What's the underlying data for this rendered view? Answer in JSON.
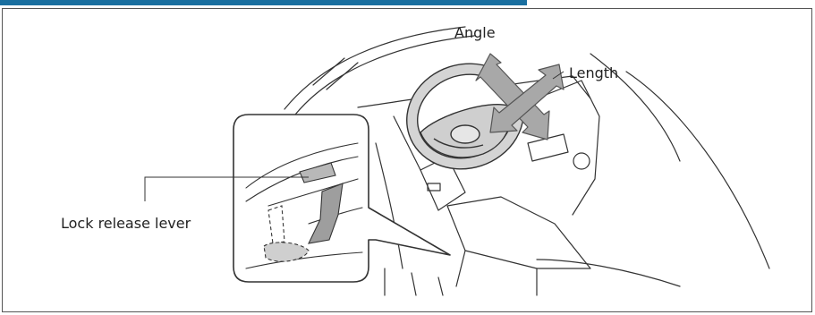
{
  "figure": {
    "labels": {
      "angle": "Angle",
      "length": "Length",
      "lock_release_lever": "Lock release lever"
    }
  },
  "colors": {
    "header_bar": "#1a6fa0",
    "line": "#333333",
    "arrow_fill": "#a8a8a8",
    "wheel_fill": "#c8c8c8"
  }
}
